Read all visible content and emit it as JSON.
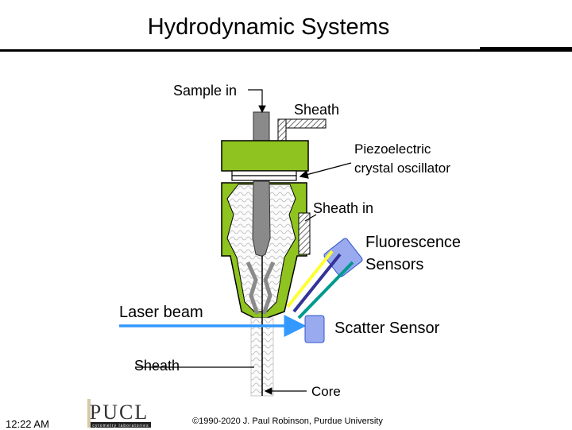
{
  "slide": {
    "title": "Hydrodynamic Systems"
  },
  "labels": {
    "sample_in": "Sample in",
    "sheath_top": "Sheath",
    "piezo_line1": "Piezoelectric",
    "piezo_line2": "crystal oscillator",
    "sheath_in": "Sheath in",
    "fluor_line1": "Fluorescence",
    "fluor_line2": "Sensors",
    "laser_beam": "Laser beam",
    "scatter_sensor": "Scatter Sensor",
    "sheath_bottom": "Sheath",
    "core": "Core"
  },
  "footer": {
    "time": "12:22 AM",
    "logo_text": "PUCL",
    "logo_subtext": "cytometry laboratories",
    "copyright": "©1990-2020  J. Paul Robinson, Purdue University"
  },
  "colors": {
    "nozzle_green": "#8fc31f",
    "needle_gray": "#8a8a8a",
    "laser_blue": "#3399ff",
    "sensor_blue": "#99aaee",
    "fluor_yellow": "#ffff33",
    "fluor_navy": "#333399",
    "fluor_teal": "#00998f"
  }
}
